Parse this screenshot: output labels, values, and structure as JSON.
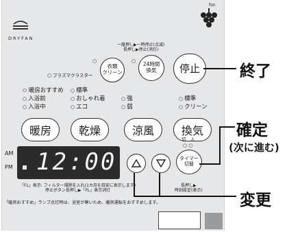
{
  "brand": {
    "name": "DRYFAN",
    "corner_mark": "fon"
  },
  "top": {
    "pause_note": "一度押し▶一時停止(点滅)\n長押し▶停止(消灯)",
    "plasma_label": "プラズマクラスター",
    "clothes_clean_label": "衣類\nクリーン",
    "ventilation_24h_label": "24時間\n換気",
    "stop_label": "停止"
  },
  "options": {
    "heating": [
      "暖房おすすめ",
      "入浴前",
      "入浴中"
    ],
    "drying": [
      "標準",
      "おしゃれ着",
      "エコ"
    ],
    "cooling": [
      "強",
      "弱"
    ],
    "ventilation": [
      "標準",
      "クリーン"
    ]
  },
  "mode_buttons": {
    "heating": "暖房",
    "drying": "乾燥",
    "cooling": "涼風",
    "ventilation": "換気"
  },
  "display": {
    "am": "AM",
    "pm": "PM",
    "time": "12:00"
  },
  "timer": {
    "on_off_labels": "切　入",
    "button_label": "タイマー\n切替",
    "long_press_note": "長押し▶\n時刻設定(表示)"
  },
  "filter_note": "「FL」表示: フィルター掃除を入れ(1カ月を目安に表示します)\n停止ボタン長押し▶「FL」表示消灯",
  "footer_note": "「暖房おすすめ」ランプ点灯時は、浴室が寒いため、暖房運転をおすすめします。",
  "callouts": {
    "end": "終了",
    "confirm": "確定",
    "next": "(次に進む)",
    "change": "変更"
  }
}
